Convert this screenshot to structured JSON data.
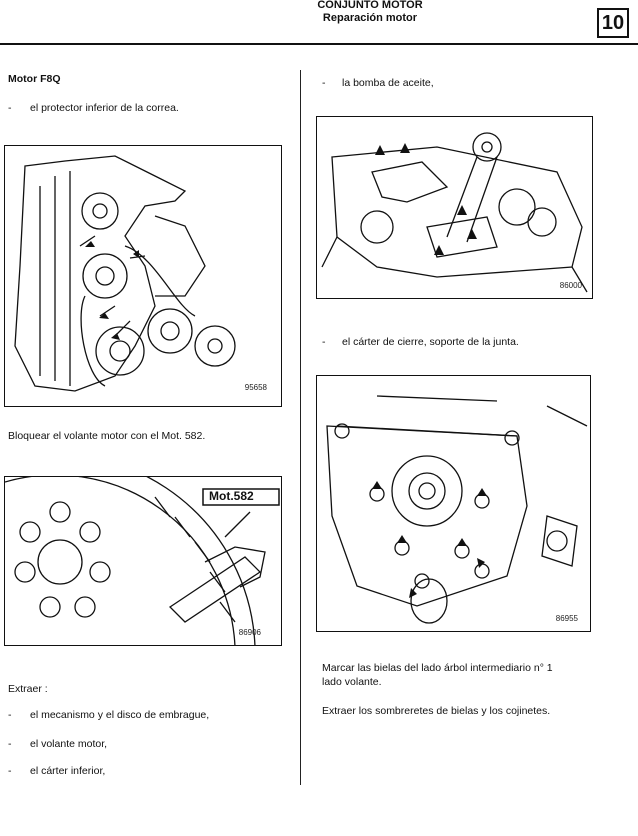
{
  "header": {
    "title": "CONJUNTO MOTOR",
    "subtitle": "Reparación  motor",
    "section": "10"
  },
  "left": {
    "heading": "Motor F8Q",
    "item1": "el protector inferior de la correa.",
    "fig1_number": "95658",
    "instruction": "Bloquear el volante motor con el Mot. 582.",
    "fig2_label": "Mot.582",
    "fig2_number": "86906",
    "extract_label": "Extraer :",
    "items": [
      "el mecanismo y el disco de embrague,",
      "el volante motor,",
      "el cárter inferior,"
    ]
  },
  "right": {
    "item1": "la bomba de aceite,",
    "fig3_number": "86000",
    "item2": "el cárter de cierre, soporte de la junta.",
    "fig4_number": "86955",
    "mark_line1": "Marcar las bielas del lado árbol intermediario n° 1",
    "mark_line2": "lado volante.",
    "extract_caps": "Extraer los sombreretes de bielas y los cojinetes."
  },
  "bullet": "-"
}
